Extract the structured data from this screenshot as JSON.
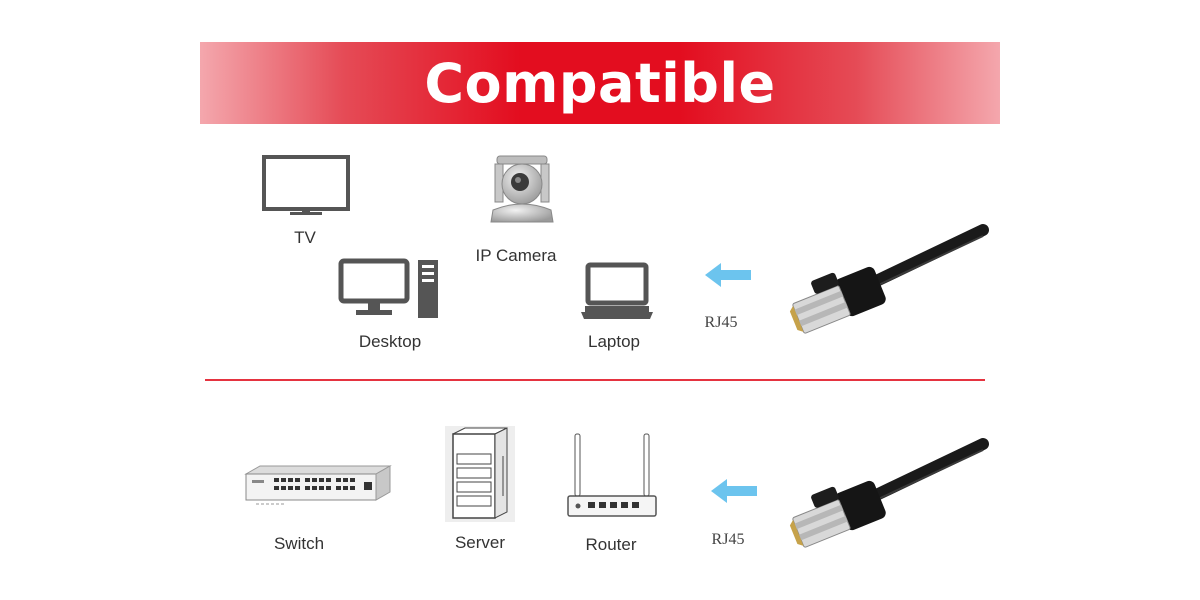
{
  "banner": {
    "title": "Compatible"
  },
  "top_devices": {
    "tv": "TV",
    "ip_camera": "IP Camera",
    "desktop": "Desktop",
    "laptop": "Laptop",
    "connector": "RJ45"
  },
  "bottom_devices": {
    "switch": "Switch",
    "server": "Server",
    "router": "Router",
    "connector": "RJ45"
  },
  "colors": {
    "banner_red": "#e30d1f",
    "divider_red": "#e53340",
    "arrow_blue": "#6cc4ee",
    "icon_gray": "#555555"
  }
}
